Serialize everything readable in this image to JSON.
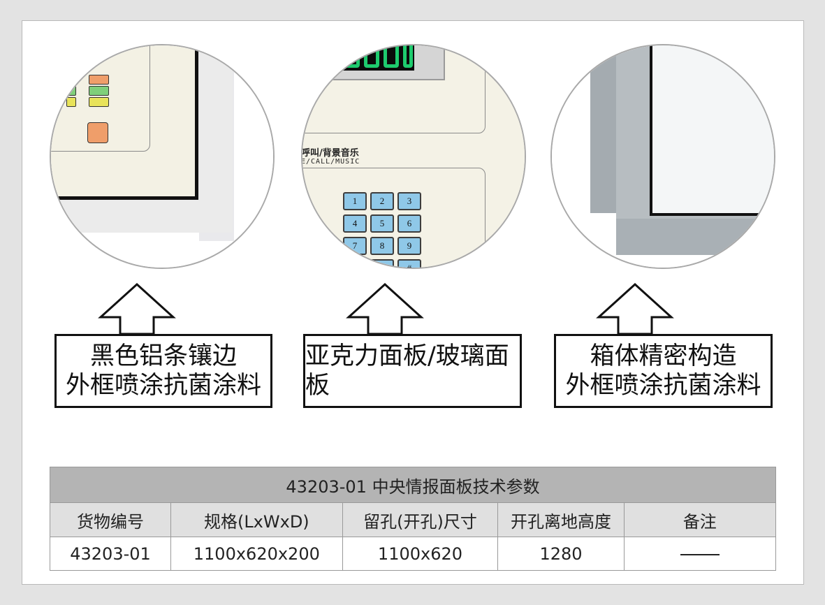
{
  "features": [
    {
      "lines": [
        "黑色铝条镶边",
        "外框喷涂抗菌涂料"
      ]
    },
    {
      "lines": [
        "亚克力面板/玻璃面板"
      ]
    },
    {
      "lines": [
        "箱体精密构造",
        "外框喷涂抗菌涂料"
      ]
    }
  ],
  "detail2": {
    "label_cn": "呼叫/背景音乐",
    "label_en": "E/CALL/MUSIC",
    "keys": [
      "1",
      "2",
      "3",
      "4",
      "5",
      "6",
      "7",
      "8",
      "9",
      "",
      "",
      "#"
    ]
  },
  "table": {
    "title": "43203-01 中央情报面板技术参数",
    "headers": [
      "货物编号",
      "规格(LxWxD)",
      "留孔(开孔)尺寸",
      "开孔离地高度",
      "备注"
    ],
    "row": [
      "43203-01",
      "1100x620x200",
      "1100x620",
      "1280"
    ]
  },
  "colors": {
    "key_fill": "#8fc8e8",
    "display_digits": "#1ecb6e",
    "panel": "#f3f1e4"
  }
}
